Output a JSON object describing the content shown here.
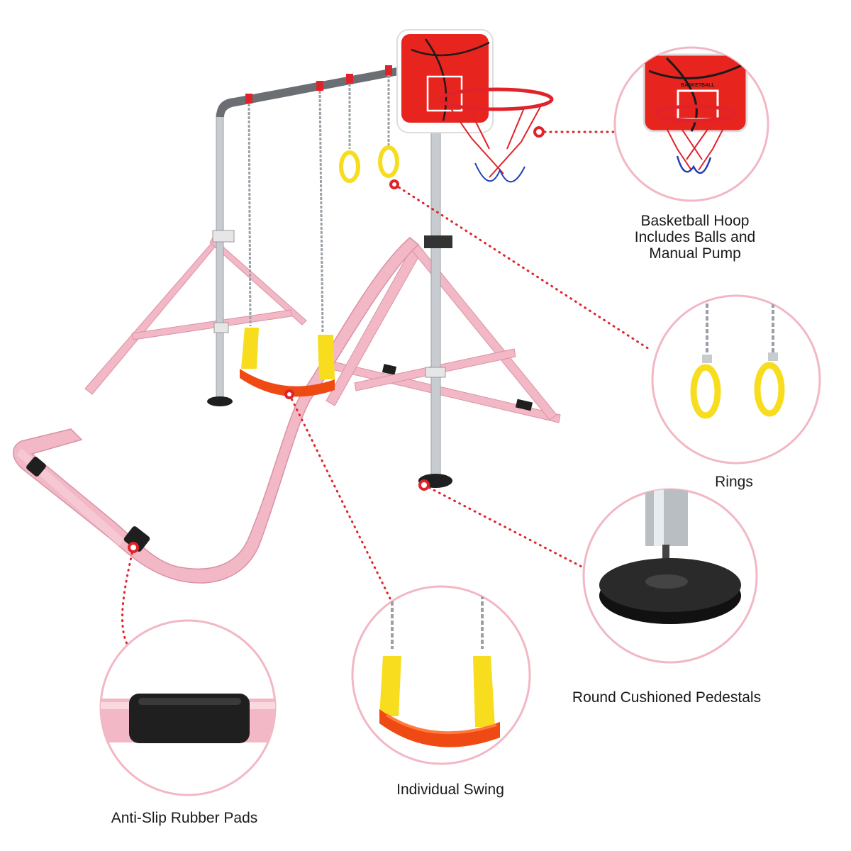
{
  "background_color": "#ffffff",
  "colors": {
    "frame_pink": "#f2b8c6",
    "circle_outline": "#f1b8c4",
    "callout_dots": "#e0232a",
    "backboard_red": "#e8241f",
    "ring_yellow": "#f7dd1e",
    "seat_orange": "#f04a14",
    "pad_black": "#1f1f1f",
    "pole_silver": "#c8ccd0"
  },
  "callouts": {
    "hoop": {
      "label_lines": [
        "Basketball Hoop",
        "Includes Balls and",
        "Manual Pump"
      ],
      "backboard_text": "BASKETBALL",
      "icon": "basketball-hoop-icon"
    },
    "rings": {
      "label": "Rings",
      "icon": "gymnastic-rings-icon"
    },
    "pedestals": {
      "label": "Round Cushioned Pedestals",
      "icon": "cushioned-pedestal-icon"
    },
    "swing": {
      "label": "Individual Swing",
      "icon": "swing-seat-icon"
    },
    "pads": {
      "label": "Anti-Slip Rubber Pads",
      "icon": "rubber-pad-icon"
    }
  }
}
